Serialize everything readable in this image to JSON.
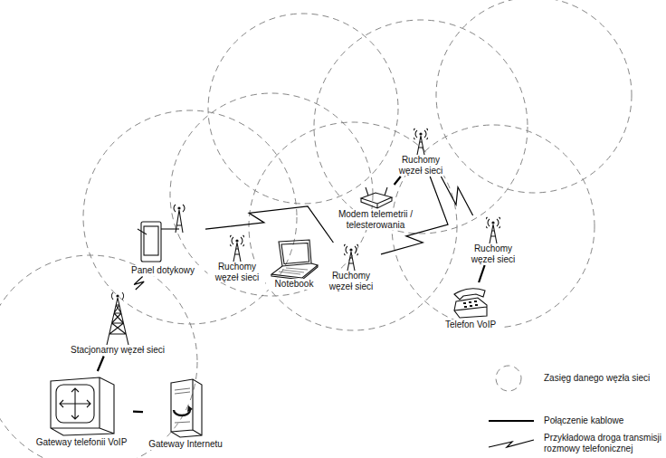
{
  "diagram": {
    "nodes": [
      {
        "text": [
          "Gateway telefonii VoIP"
        ]
      },
      {
        "text": [
          "Gateway Internetu"
        ]
      },
      {
        "text": [
          "Stacjonarny węzeł sieci"
        ]
      },
      {
        "text": [
          "Panel dotykowy"
        ]
      },
      {
        "text": [
          "Ruchomy węzeł sieci"
        ]
      },
      {
        "text": [
          "Notebook"
        ]
      },
      {
        "text": [
          "Ruchomy węzeł sieci"
        ]
      },
      {
        "text": [
          "Modem telemetrii / telesterowania"
        ]
      },
      {
        "text": [
          "Ruchomy węzeł sieci"
        ]
      },
      {
        "text": [
          "Ruchomy węzeł sieci"
        ]
      },
      {
        "text": [
          "Telefon VoIP"
        ]
      }
    ],
    "edges": [
      {
        "from": 0,
        "to": 1,
        "arrow": "none"
      },
      {
        "from": 2,
        "to": 0,
        "arrow": "none"
      },
      {
        "from": 2,
        "to": 3,
        "arrow": "none"
      },
      {
        "from": 3,
        "to": 6,
        "arrow": "none"
      },
      {
        "from": 6,
        "to": 8,
        "arrow": "none"
      },
      {
        "from": 8,
        "to": 9,
        "arrow": "none"
      },
      {
        "from": 8,
        "to": 7,
        "arrow": "none"
      },
      {
        "from": 9,
        "to": 10,
        "arrow": "none"
      }
    ],
    "legend": [
      {
        "text": "Zasięg danego węzła sieci"
      },
      {
        "text": "Połączenie kablowe"
      },
      {
        "text": "Przykładowa droga transmisji rozmowy telefonicznej"
      }
    ]
  }
}
